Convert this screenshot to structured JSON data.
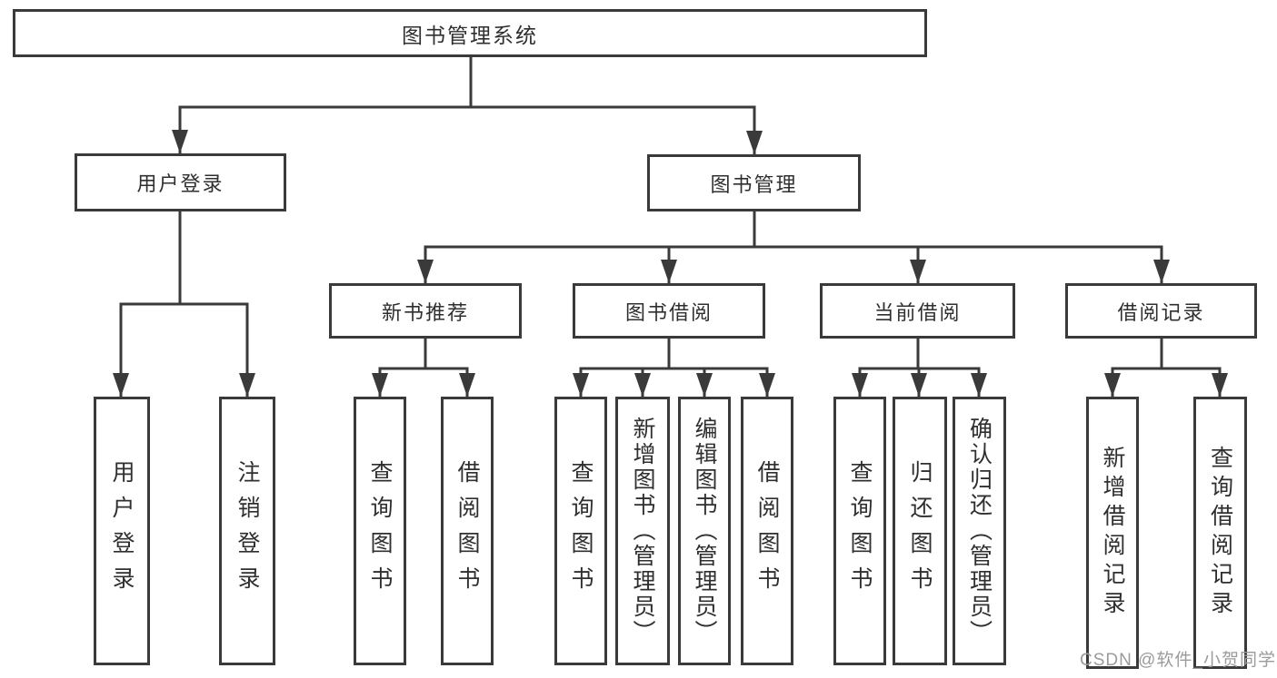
{
  "colors": {
    "line": "#3a3a3a",
    "box_border": "#3a3a3a",
    "text": "#2f2f2f",
    "watermark": "#9b9b9b",
    "background": "#ffffff"
  },
  "root": {
    "label": "图书管理系统"
  },
  "level1": {
    "user_login": {
      "label": "用户登录"
    },
    "book_management": {
      "label": "图书管理"
    }
  },
  "level2": {
    "new_book_recommend": {
      "label": "新书推荐"
    },
    "book_borrow": {
      "label": "图书借阅"
    },
    "current_borrow": {
      "label": "当前借阅"
    },
    "borrow_records": {
      "label": "借阅记录"
    }
  },
  "leaves": {
    "user": [
      {
        "label": "用户登录"
      },
      {
        "label": "注销登录"
      }
    ],
    "recommend": [
      {
        "label": "查询图书"
      },
      {
        "label": "借阅图书"
      }
    ],
    "borrow": [
      {
        "label": "查询图书"
      },
      {
        "label": "新增图书（管理员）"
      },
      {
        "label": "编辑图书（管理员）"
      },
      {
        "label": "借阅图书"
      }
    ],
    "current": [
      {
        "label": "查询图书"
      },
      {
        "label": "归还图书"
      },
      {
        "label": "确认归还（管理员）"
      }
    ],
    "records": [
      {
        "label": "新增借阅记录"
      },
      {
        "label": "查询借阅记录"
      }
    ]
  },
  "watermark": "CSDN @软件_小贺同学"
}
